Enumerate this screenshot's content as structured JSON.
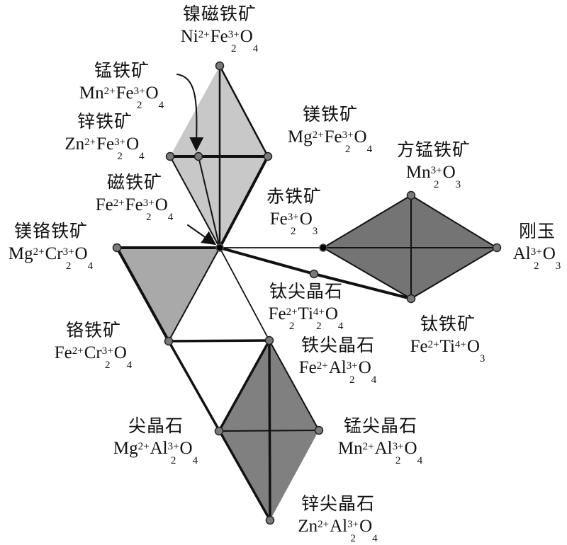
{
  "colors": {
    "light_fill": "#c8c8c8",
    "mid_fill": "#a9a9a9",
    "dark_fill": "#808080",
    "node": "#7a7a7a",
    "line": "#111111"
  },
  "labels": [
    {
      "id": "trevorite",
      "name": "镍磁铁矿",
      "formula": [
        [
          "Ni",
          "2+",
          ""
        ],
        [
          "Fe",
          "3+",
          "2"
        ],
        [
          "O",
          "",
          "4"
        ]
      ]
    },
    {
      "id": "jacobsite",
      "name": "锰铁矿",
      "formula": [
        [
          "Mn",
          "2+",
          ""
        ],
        [
          "Fe",
          "3+",
          "2"
        ],
        [
          "O",
          "",
          "4"
        ]
      ]
    },
    {
      "id": "franklinite",
      "name": "锌铁矿",
      "formula": [
        [
          "Zn",
          "2+",
          ""
        ],
        [
          "Fe",
          "3+",
          "2"
        ],
        [
          "O",
          "",
          "4"
        ]
      ]
    },
    {
      "id": "magnesioferrite",
      "name": "镁铁矿",
      "formula": [
        [
          "Mg",
          "2+",
          ""
        ],
        [
          "Fe",
          "3+",
          "2"
        ],
        [
          "O",
          "",
          "4"
        ]
      ]
    },
    {
      "id": "magnetite",
      "name": "磁铁矿",
      "formula": [
        [
          "Fe",
          "2+",
          ""
        ],
        [
          "Fe",
          "3+",
          "2"
        ],
        [
          "O",
          "",
          "4"
        ]
      ]
    },
    {
      "id": "hematite",
      "name": "赤铁矿",
      "formula": [
        [
          "Fe",
          "3+",
          "2"
        ],
        [
          "O",
          "",
          "3"
        ]
      ]
    },
    {
      "id": "bixbyite",
      "name": "方锰铁矿",
      "formula": [
        [
          "Mn",
          "3+",
          "2"
        ],
        [
          "O",
          "",
          "3"
        ]
      ]
    },
    {
      "id": "magnesiochromite",
      "name": "镁铬铁矿",
      "formula": [
        [
          "Mg",
          "2+",
          ""
        ],
        [
          "Cr",
          "3+",
          "2"
        ],
        [
          "O",
          "",
          "4"
        ]
      ]
    },
    {
      "id": "corundum",
      "name": "刚玉",
      "formula": [
        [
          "Al",
          "3+",
          "2"
        ],
        [
          "O",
          "",
          "3"
        ]
      ]
    },
    {
      "id": "ulvospinel",
      "name": "钛尖晶石",
      "formula": [
        [
          "Fe",
          "2+",
          "2"
        ],
        [
          "Ti",
          "4+",
          "2"
        ],
        [
          "O",
          "",
          "4"
        ]
      ]
    },
    {
      "id": "ilmenite",
      "name": "钛铁矿",
      "formula": [
        [
          "Fe",
          "2+",
          ""
        ],
        [
          "Ti",
          "4+",
          ""
        ],
        [
          "O",
          "",
          "3"
        ]
      ]
    },
    {
      "id": "chromite",
      "name": "铬铁矿",
      "formula": [
        [
          "Fe",
          "2+",
          ""
        ],
        [
          "Cr",
          "3+",
          "2"
        ],
        [
          "O",
          "",
          "4"
        ]
      ]
    },
    {
      "id": "hercynite",
      "name": "铁尖晶石",
      "formula": [
        [
          "Fe",
          "2+",
          ""
        ],
        [
          "Al",
          "3+",
          "2"
        ],
        [
          "O",
          "",
          "4"
        ]
      ]
    },
    {
      "id": "spinel",
      "name": "尖晶石",
      "formula": [
        [
          "Mg",
          "2+",
          ""
        ],
        [
          "Al",
          "3+",
          "2"
        ],
        [
          "O",
          "",
          "4"
        ]
      ]
    },
    {
      "id": "galaxite",
      "name": "锰尖晶石",
      "formula": [
        [
          "Mn",
          "2+",
          ""
        ],
        [
          "Al",
          "3+",
          "2"
        ],
        [
          "O",
          "",
          "4"
        ]
      ]
    },
    {
      "id": "gahnite",
      "name": "锌尖晶石",
      "formula": [
        [
          "Zn",
          "2+",
          ""
        ],
        [
          "Al",
          "3+",
          "2"
        ],
        [
          "O",
          "",
          "4"
        ]
      ]
    }
  ]
}
